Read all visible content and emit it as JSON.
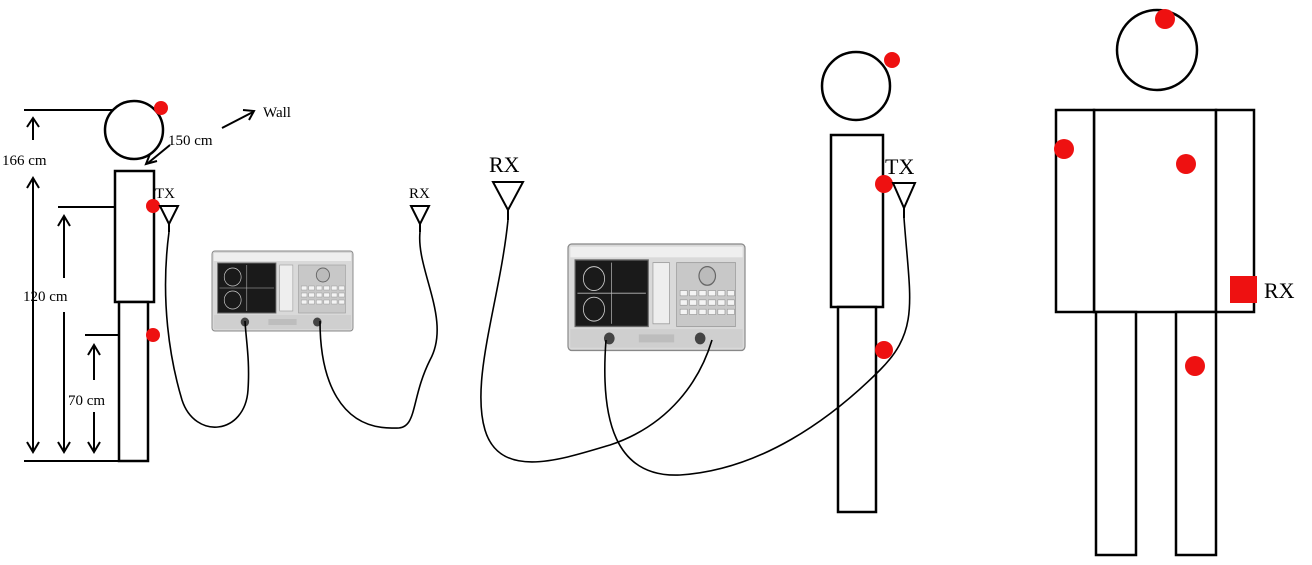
{
  "labels": {
    "wall": "Wall",
    "distance": "150 cm",
    "height_total": "166 cm",
    "height_chest": "120 cm",
    "height_waist": "70 cm",
    "scene1_tx": "TX",
    "scene1_rx": "RX",
    "scene2_rx": "RX",
    "scene2_tx": "TX",
    "front_rx": "RX"
  },
  "colors": {
    "marker": "#ee1111",
    "outline": "#000000",
    "instrument_body": "#d9d9d9",
    "instrument_screen": "#1a1a1a"
  },
  "icons": {
    "antenna": "triangle-antenna-icon",
    "analyzer": "network-analyzer-icon"
  }
}
